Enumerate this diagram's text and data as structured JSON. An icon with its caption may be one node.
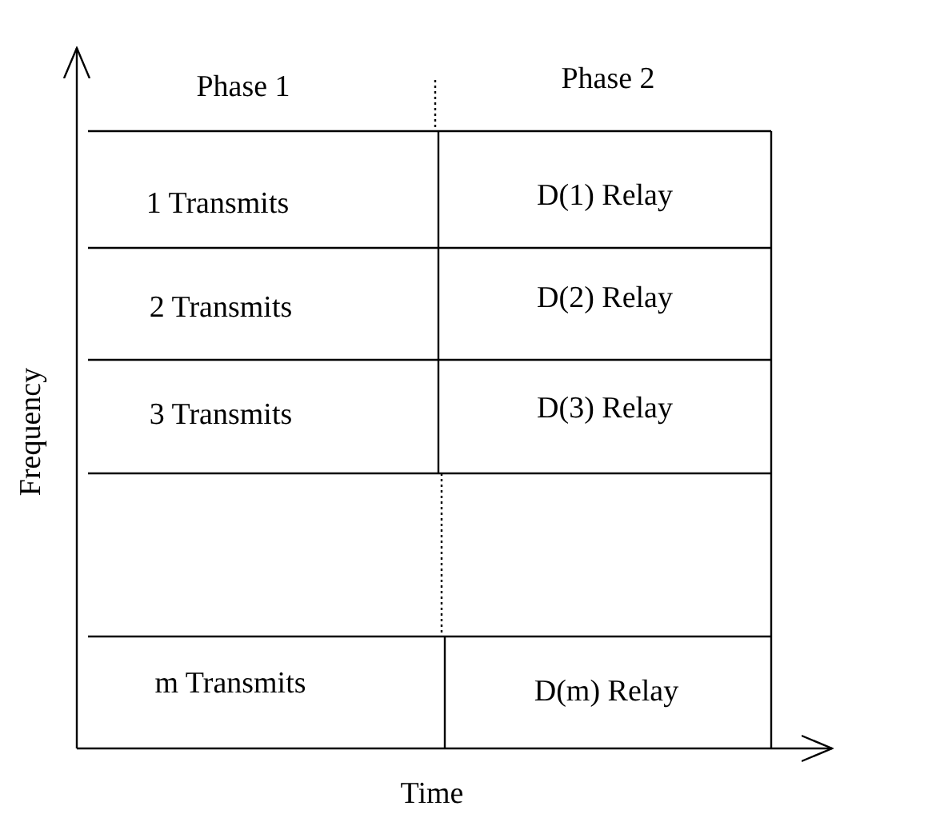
{
  "diagram": {
    "labels": [
      "Phase 1",
      "Phase 2",
      "1 Transmits",
      "D(1) Relay",
      "2 Transmits",
      "D(2) Relay",
      "3 Transmits",
      "D(3) Relay",
      "m Transmits",
      "D(m) Relay",
      "Frequency",
      "Time"
    ]
  }
}
